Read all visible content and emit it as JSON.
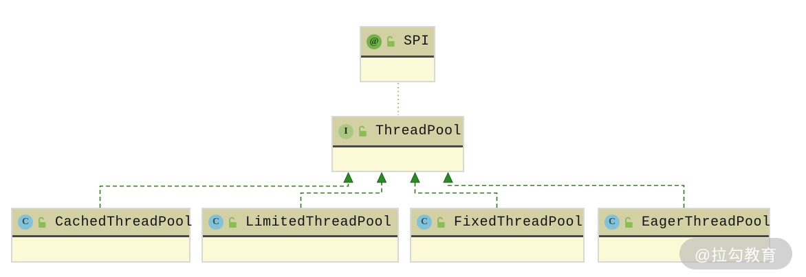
{
  "diagram": {
    "title": "ThreadPool SPI class diagram",
    "nodes": [
      {
        "label": "SPI",
        "kind": "annotation",
        "badge": "@",
        "badge_icon": "annotation-icon",
        "visibility_icon": "unlocked-icon"
      },
      {
        "label": "ThreadPool",
        "kind": "interface",
        "badge": "I",
        "badge_icon": "interface-icon",
        "visibility_icon": "unlocked-icon"
      },
      {
        "label": "CachedThreadPool",
        "kind": "class",
        "badge": "C",
        "badge_icon": "class-icon",
        "visibility_icon": "unlocked-icon"
      },
      {
        "label": "LimitedThreadPool",
        "kind": "class",
        "badge": "C",
        "badge_icon": "class-icon",
        "visibility_icon": "unlocked-icon"
      },
      {
        "label": "FixedThreadPool",
        "kind": "class",
        "badge": "C",
        "badge_icon": "class-icon",
        "visibility_icon": "unlocked-icon"
      },
      {
        "label": "EagerThreadPool",
        "kind": "class",
        "badge": "C",
        "badge_icon": "class-icon",
        "visibility_icon": "unlocked-icon"
      }
    ],
    "edges": [
      {
        "from": "CachedThreadPool",
        "to": "ThreadPool",
        "relation": "implements",
        "style": "dashed-green-hollow-arrow"
      },
      {
        "from": "LimitedThreadPool",
        "to": "ThreadPool",
        "relation": "implements",
        "style": "dashed-green-hollow-arrow"
      },
      {
        "from": "FixedThreadPool",
        "to": "ThreadPool",
        "relation": "implements",
        "style": "dashed-green-hollow-arrow"
      },
      {
        "from": "EagerThreadPool",
        "to": "ThreadPool",
        "relation": "implements",
        "style": "dashed-green-hollow-arrow"
      },
      {
        "from": "ThreadPool",
        "to": "SPI",
        "relation": "annotated-by",
        "style": "dotted-olive"
      }
    ],
    "colors": {
      "node_header": "#d3d0a3",
      "node_body": "#fbf9d6",
      "node_border": "#d8d8d8",
      "header_divider": "#474747",
      "edge_green": "#2b7d14",
      "arrowhead_green": "#2e8b22",
      "edge_olive": "#a6a23b",
      "annotation_icon_bg": "#74b34c",
      "interface_icon_bg": "#a9c983",
      "class_icon_bg": "#7fc2d9",
      "lock_green": "#8bbd55"
    }
  },
  "watermark": {
    "text": "@拉勾教育"
  }
}
